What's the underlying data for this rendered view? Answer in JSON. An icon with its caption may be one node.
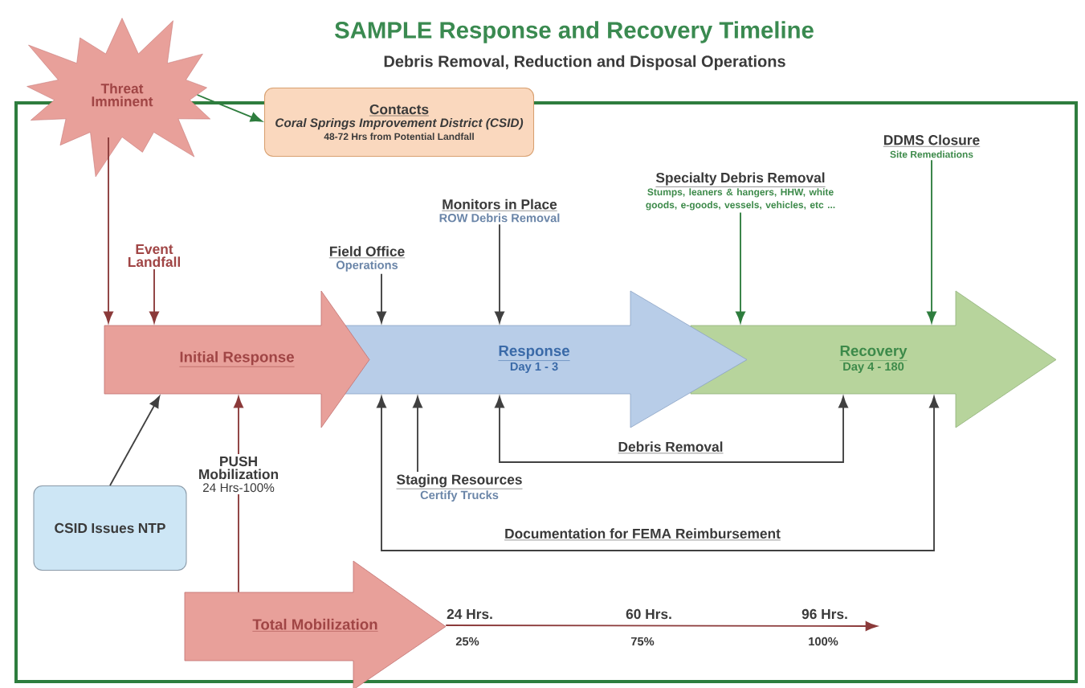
{
  "diagram": {
    "title": "SAMPLE Response and Recovery Timeline",
    "nodes": [
      {
        "text": [
          "Threat Imminent"
        ]
      },
      {
        "text": [
          "Contacts",
          "Coral Springs Improvement District (CSID)",
          "48-72 Hrs from Potential Landfall"
        ]
      },
      {
        "text": [
          "Event Landfall"
        ]
      },
      {
        "text": [
          "Field Office",
          "Operations"
        ]
      },
      {
        "text": [
          "Monitors in Place",
          "ROW Debris Removal"
        ]
      },
      {
        "text": [
          "Specialty Debris Removal",
          "Stumps, leaners & hangers, HHW, white goods, e-goods, vessels, vehicles, etc ..."
        ]
      },
      {
        "text": [
          "DDMS Closure",
          "Site Remediations"
        ]
      },
      {
        "text": [
          "Initial Response"
        ]
      },
      {
        "text": [
          "Response",
          "Day 1 - 3"
        ]
      },
      {
        "text": [
          "Recovery",
          "Day 4 - 180"
        ]
      },
      {
        "text": [
          "CSID Issues NTP"
        ]
      },
      {
        "text": [
          "PUSH Mobilization",
          "24 Hrs-100%"
        ]
      },
      {
        "text": [
          "Staging Resources",
          "Certify Trucks"
        ]
      },
      {
        "text": [
          "Total Mobilization"
        ]
      }
    ],
    "edges": [
      {
        "from": 0,
        "to": 7,
        "arrow": "to",
        "color": "#8b3a3a"
      },
      {
        "from": 0,
        "to": 1,
        "arrow": "to",
        "color": "#2e7d3e"
      },
      {
        "from": 2,
        "to": 7,
        "arrow": "to",
        "color": "#8b3a3a"
      },
      {
        "from": 3,
        "to": 8,
        "arrow": "to"
      },
      {
        "from": 4,
        "to": 8,
        "arrow": "to"
      },
      {
        "from": 5,
        "to": 9,
        "arrow": "to",
        "color": "#2e7d3e"
      },
      {
        "from": 6,
        "to": 9,
        "arrow": "to",
        "color": "#2e7d3e"
      },
      {
        "from": 10,
        "to": 7,
        "arrow": "to"
      },
      {
        "from": 11,
        "to": 7,
        "arrow": "to",
        "color": "#8b3a3a"
      },
      {
        "from": 11,
        "to": 13,
        "arrow": "none",
        "color": "#8b3a3a"
      },
      {
        "from": 12,
        "to": 8,
        "arrow": "to"
      },
      {
        "from": 8,
        "to": 9,
        "arrow": "both",
        "label": "Debris Removal"
      },
      {
        "from": 8,
        "to": 9,
        "arrow": "both",
        "label": "Documentation for FEMA Reimbursement"
      },
      {
        "from": 13,
        "to": null,
        "arrow": "to",
        "color": "#8b3a3a"
      }
    ],
    "labels": [
      "Debris Removal, Reduction and Disposal Operations",
      "24 Hrs.",
      "25%",
      "60 Hrs.",
      "75%",
      "96 Hrs.",
      "100%"
    ]
  }
}
